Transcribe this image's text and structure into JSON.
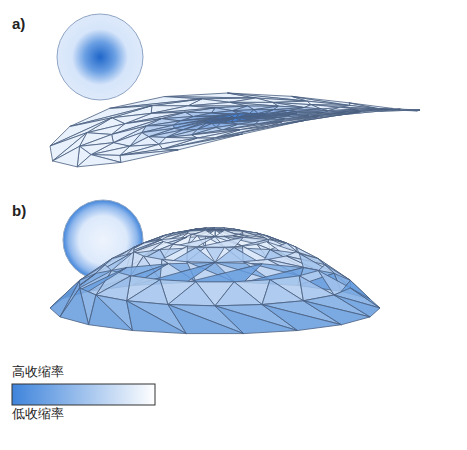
{
  "diagram": {
    "labels": [
      "a)",
      "b)"
    ],
    "legend": [
      {
        "text": "高收缩率"
      },
      {
        "text": "低收缩率"
      }
    ]
  }
}
